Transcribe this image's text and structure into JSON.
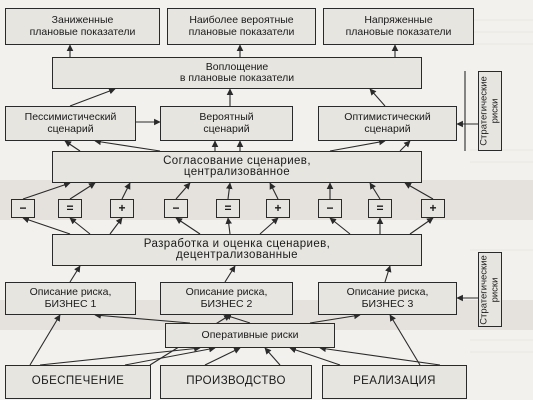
{
  "targets": {
    "low": "Заниженные\nплановые показатели",
    "probable": "Наиболее вероятные\nплановые показатели",
    "stressed": "Напряженные\nплановые показатели"
  },
  "embodiment": "Воплощение\nв плановые показатели",
  "scenarios": {
    "pessimistic": "Пессимистический\nсценарий",
    "probable": "Вероятный\nсценарий",
    "optimistic": "Оптимистический\nсценарий"
  },
  "strategic_risks_label": "Стратегические\nриски",
  "centralized": "Согласование сценариев,\nцентрализованное",
  "signs": [
    "−",
    "=",
    "+",
    "−",
    "=",
    "+",
    "−",
    "=",
    "+"
  ],
  "decentralized": "Разработка и оценка сценариев,\nдецентрализованные",
  "risk_descriptions": [
    "Описание риска,\nБИЗНЕС 1",
    "Описание риска,\nБИЗНЕС 2",
    "Описание риска,\nБИЗНЕС 3"
  ],
  "strategic_risks_label_2": "Стратегические\nриски",
  "operational_risks": "Оперативные риски",
  "functions": [
    "ОБЕСПЕЧЕНИЕ",
    "ПРОИЗВОДСТВО",
    "РЕАЛИЗАЦИЯ"
  ]
}
